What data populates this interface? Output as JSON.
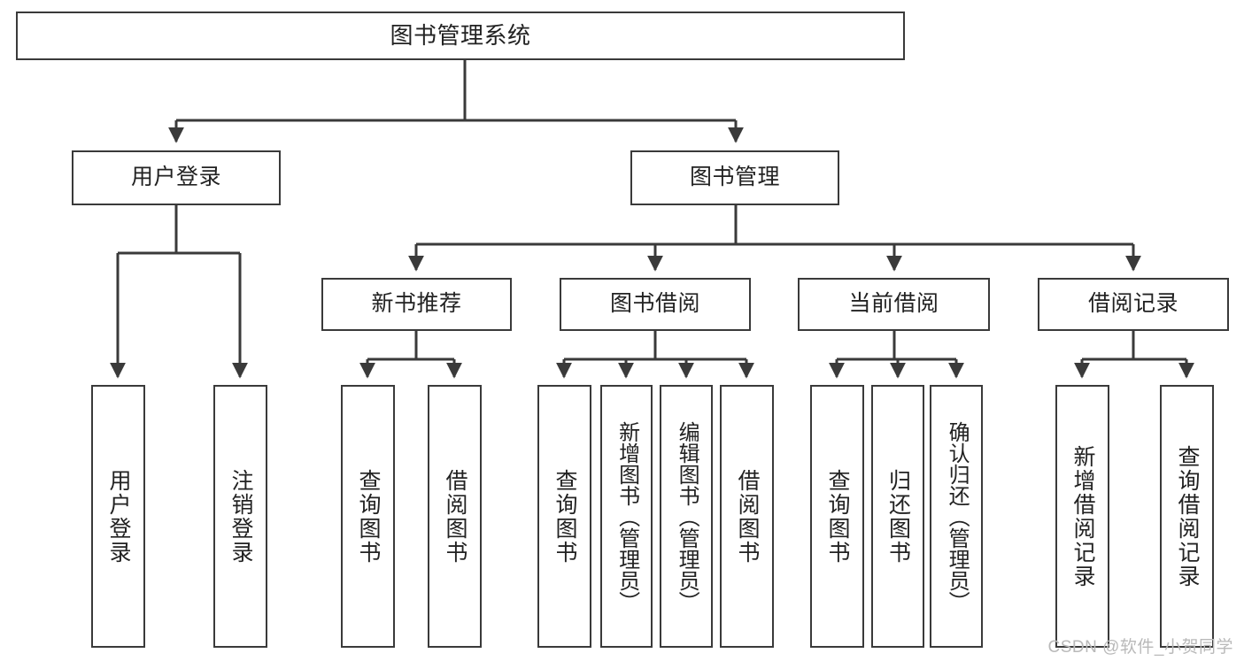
{
  "diagram": {
    "title": "图书管理系统",
    "type": "tree-hierarchy-chart",
    "stroke_color": "#3a3a3a",
    "fill_color": "#ffffff",
    "text_color": "#222222"
  },
  "nodes": {
    "root": {
      "label": "图书管理系统"
    },
    "level2": [
      {
        "label": "用户登录"
      },
      {
        "label": "图书管理"
      }
    ],
    "level3": [
      {
        "label": "新书推荐"
      },
      {
        "label": "图书借阅"
      },
      {
        "label": "当前借阅"
      },
      {
        "label": "借阅记录"
      }
    ],
    "leaves": [
      {
        "label": "用户登录"
      },
      {
        "label": "注销登录"
      },
      {
        "label": "查询图书"
      },
      {
        "label": "借阅图书"
      },
      {
        "label": "查询图书"
      },
      {
        "label": "新增图书（管理员）"
      },
      {
        "label": "编辑图书（管理员）"
      },
      {
        "label": "借阅图书"
      },
      {
        "label": "查询图书"
      },
      {
        "label": "归还图书"
      },
      {
        "label": "确认归还（管理员）"
      },
      {
        "label": "新增借阅记录"
      },
      {
        "label": "查询借阅记录"
      }
    ]
  },
  "watermark": {
    "text": "CSDN @软件_小贺同学"
  }
}
